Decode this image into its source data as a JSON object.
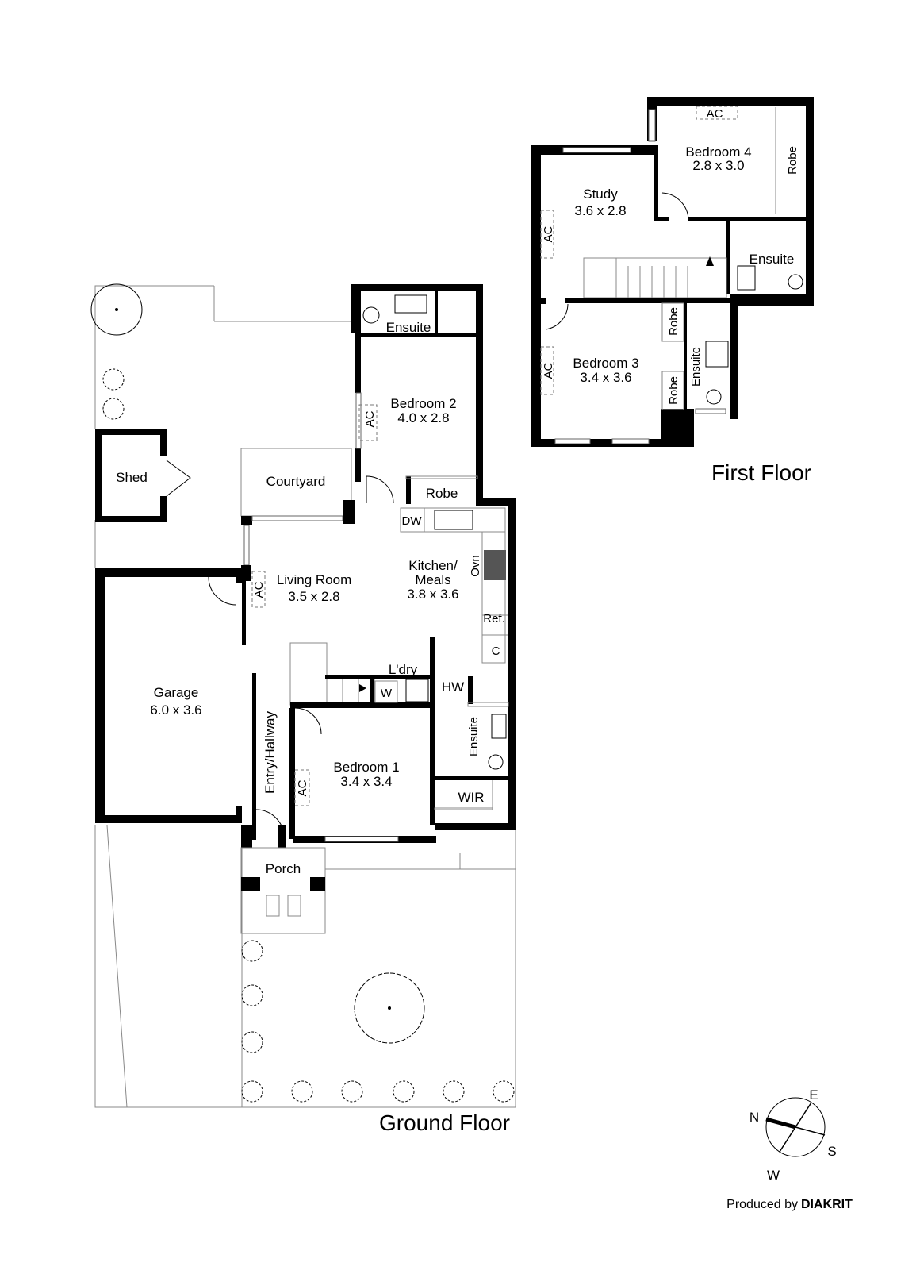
{
  "floors": {
    "ground": {
      "title": "Ground Floor",
      "rooms": {
        "ensuite_top": "Ensuite",
        "bedroom2": {
          "name": "Bedroom 2",
          "size": "4.0 x 2.8"
        },
        "shed": "Shed",
        "courtyard": "Courtyard",
        "robe": "Robe",
        "living": {
          "name": "Living Room",
          "size": "3.5 x 2.8"
        },
        "kitchen": {
          "name_line1": "Kitchen/",
          "name_line2": "Meals",
          "size": "3.8 x 3.6"
        },
        "garage": {
          "name": "Garage",
          "size": "6.0 x 3.6"
        },
        "laundry": "L'dry",
        "hw": "HW",
        "washer": "W",
        "entry": "Entry/Hallway",
        "bedroom1": {
          "name": "Bedroom 1",
          "size": "3.4 x 3.4"
        },
        "ensuite_bed1": "Ensuite",
        "wir": "WIR",
        "porch": "Porch"
      },
      "fixtures": {
        "dw": "DW",
        "ovn": "Ovn",
        "ref": "Ref.",
        "c": "C",
        "ac": "AC"
      }
    },
    "first": {
      "title": "First Floor",
      "rooms": {
        "bedroom4": {
          "name": "Bedroom 4",
          "size": "2.8 x 3.0"
        },
        "robe4": "Robe",
        "study": {
          "name": "Study",
          "size": "3.6 x 2.8"
        },
        "ensuite4": "Ensuite",
        "bedroom3": {
          "name": "Bedroom 3",
          "size": "3.4 x 3.6"
        },
        "robe3a": "Robe",
        "robe3b": "Robe",
        "ensuite3": "Ensuite"
      },
      "fixtures": {
        "ac": "AC"
      }
    }
  },
  "compass": {
    "n": "N",
    "e": "E",
    "s": "S",
    "w": "W"
  },
  "credit": {
    "prefix": "Produced by",
    "brand": "DIAKRIT"
  }
}
